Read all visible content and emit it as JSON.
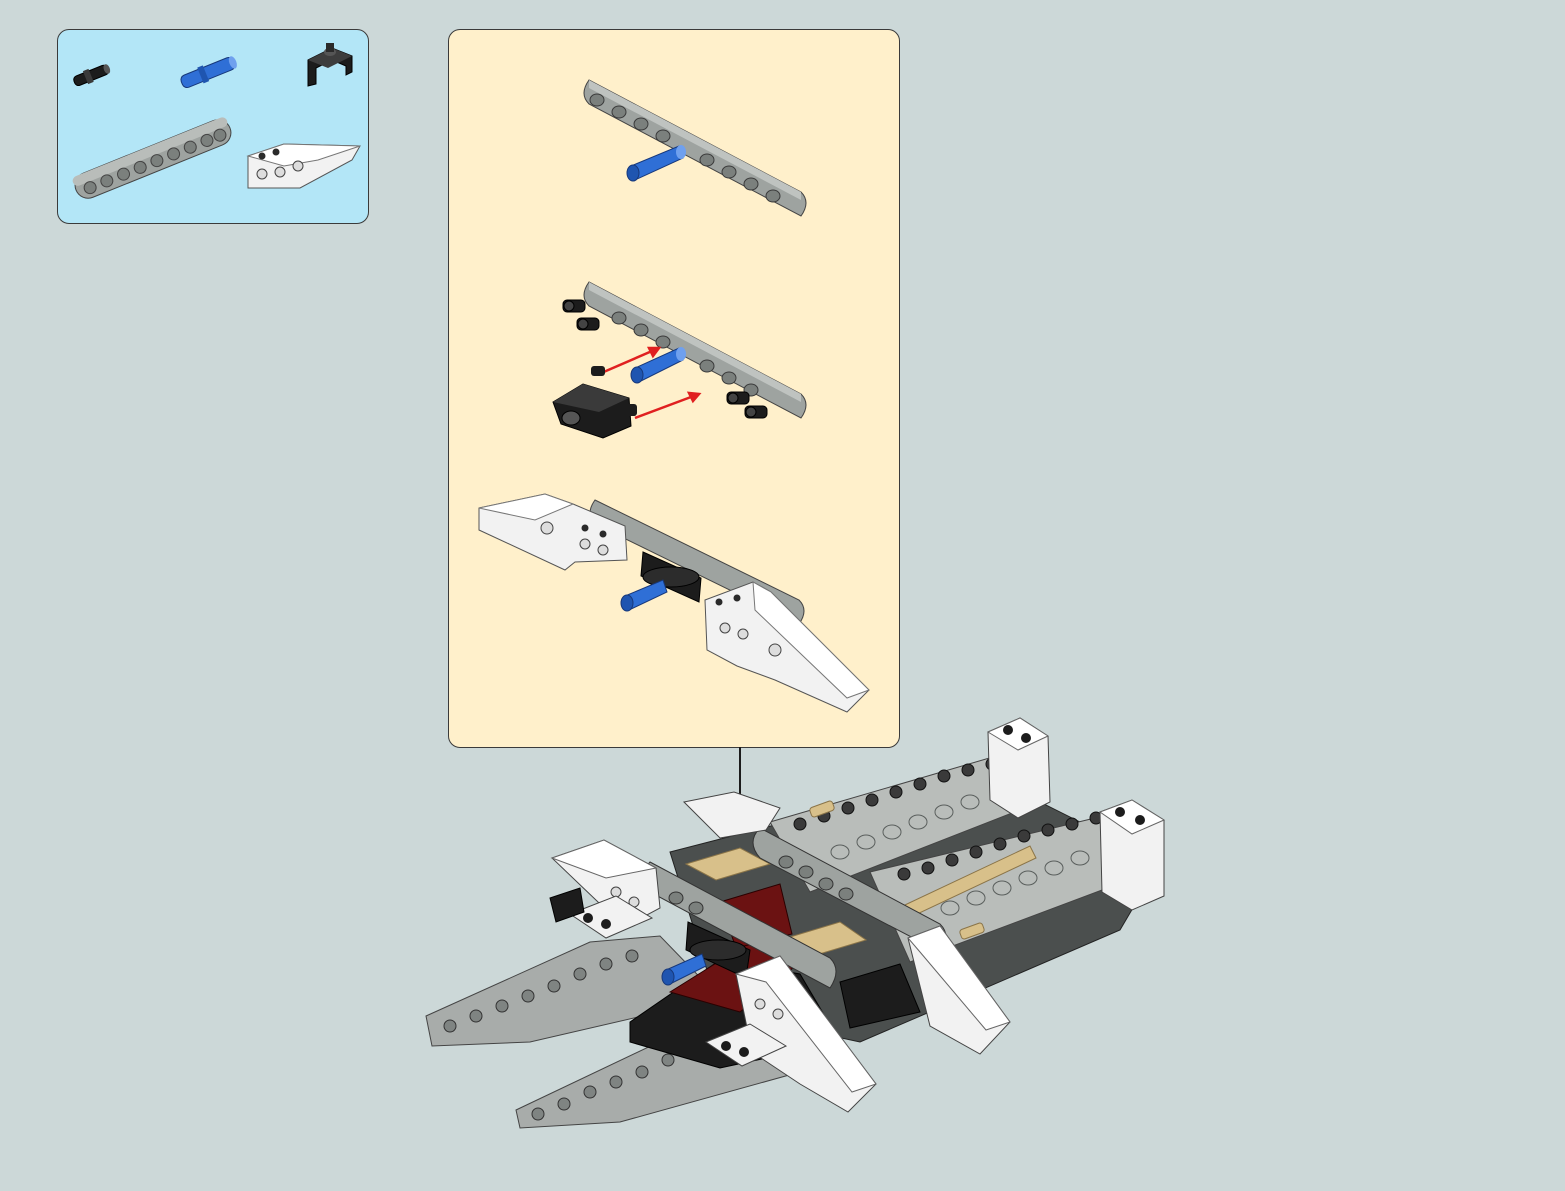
{
  "colors": {
    "background": "#ccd8d8",
    "parts_panel": "#b3e6f7",
    "subassembly_panel": "#fff0cb",
    "beam_gray": "#9ea3a0",
    "pin_blue": "#2f6fd6",
    "arrow_red": "#e02020",
    "tile_white": "#f2f2f2",
    "tan": "#d8c08a",
    "dark_red": "#6b1212",
    "black": "#1c1c1c"
  },
  "parts_list": {
    "items": [
      {
        "name": "black-pin",
        "color": "#1c1c1c"
      },
      {
        "name": "blue-axle-pin",
        "color": "#2f6fd6"
      },
      {
        "name": "black-clip-plate",
        "color": "#1c1c1c"
      },
      {
        "name": "gray-technic-beam-9",
        "color": "#9ea3a0"
      },
      {
        "name": "white-wedge-brick",
        "color": "#f2f2f2"
      }
    ]
  },
  "subassembly": {
    "steps": [
      {
        "name": "beam-with-blue-pin"
      },
      {
        "name": "attach-black-pins-and-clip"
      },
      {
        "name": "attach-white-wedges"
      }
    ]
  }
}
